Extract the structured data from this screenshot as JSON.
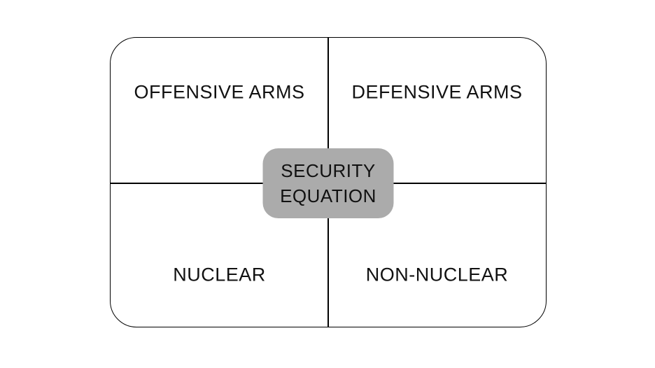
{
  "diagram": {
    "title": "Security Equation quadrant diagram",
    "quadrants": [
      {
        "position": "top-left",
        "label": "OFFENSIVE ARMS"
      },
      {
        "position": "top-right",
        "label": "DEFENSIVE ARMS"
      },
      {
        "position": "bottom-left",
        "label": "NUCLEAR"
      },
      {
        "position": "bottom-right",
        "label": "NON-NUCLEAR"
      }
    ],
    "center": {
      "line1": "SECURITY",
      "line2": "EQUATION"
    },
    "colors": {
      "border": "#000000",
      "center_fill": "#ababab",
      "text": "#111111",
      "background": "#ffffff"
    }
  }
}
